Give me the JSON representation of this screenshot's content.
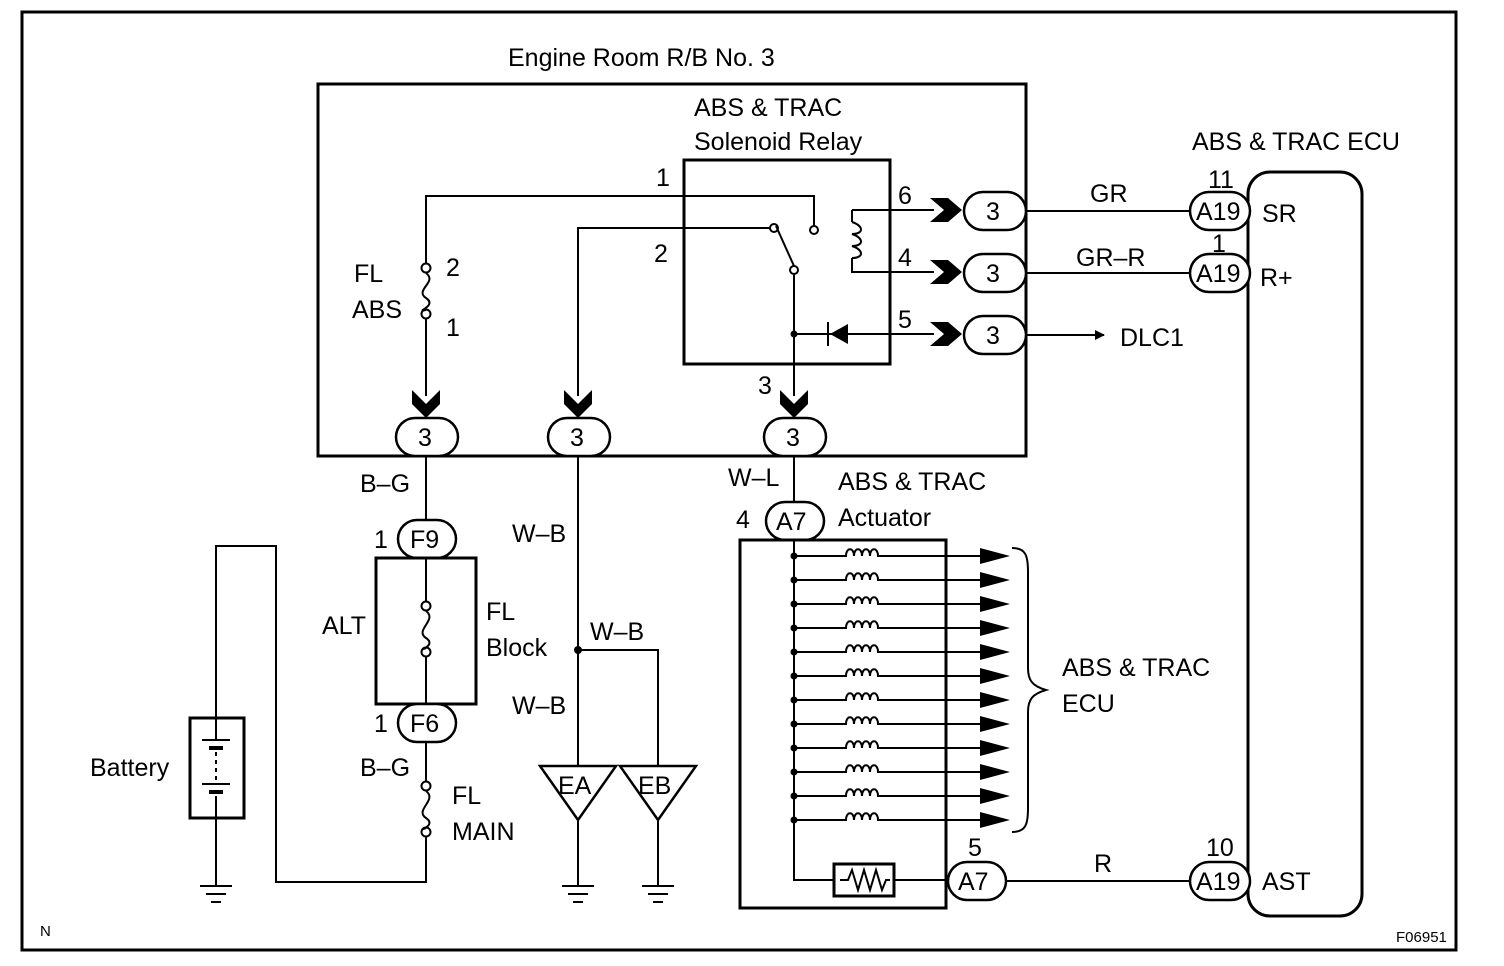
{
  "labels": {
    "engine_room_rb": "Engine Room R/B No. 3",
    "relay_line1": "ABS & TRAC",
    "relay_line2": "Solenoid Relay",
    "ecu_title": "ABS & TRAC ECU",
    "fl_abs_1": "FL",
    "fl_abs_2": "ABS",
    "actuator_line1": "ABS & TRAC",
    "actuator_line2": "Actuator",
    "brace_line1": "ABS & TRAC",
    "brace_line2": "ECU",
    "fl_block_1": "FL",
    "fl_block_2": "Block",
    "alt": "ALT",
    "battery": "Battery",
    "fl_main_1": "FL",
    "fl_main_2": "MAIN",
    "dlc1": "DLC1",
    "corner_n": "N",
    "figure_id": "F06951"
  },
  "wires": {
    "gr": "GR",
    "gr_r": "GR–R",
    "bg_top": "B–G",
    "bg_bottom": "B–G",
    "wb_left": "W–B",
    "wb_branch": "W–B",
    "wb_lower": "W–B",
    "wl": "W–L",
    "r": "R"
  },
  "pins": {
    "relay_1": "1",
    "relay_2": "2",
    "relay_3": "3",
    "relay_4": "4",
    "relay_5": "5",
    "relay_6": "6",
    "fuse_2": "2",
    "fuse_1": "1",
    "f9_pin": "1",
    "f6_pin": "1",
    "a7_top_pin": "4",
    "a7_bottom_pin": "5",
    "a19_sr_pin": "11",
    "a19_rplus_pin": "1",
    "a19_ast_pin": "10"
  },
  "connectors": {
    "c3": "3",
    "a19": "A19",
    "a7": "A7",
    "f9": "F9",
    "f6": "F6",
    "ea": "EA",
    "eb": "EB"
  },
  "ecu_terminals": {
    "sr": "SR",
    "rplus": "R+",
    "ast": "AST"
  }
}
